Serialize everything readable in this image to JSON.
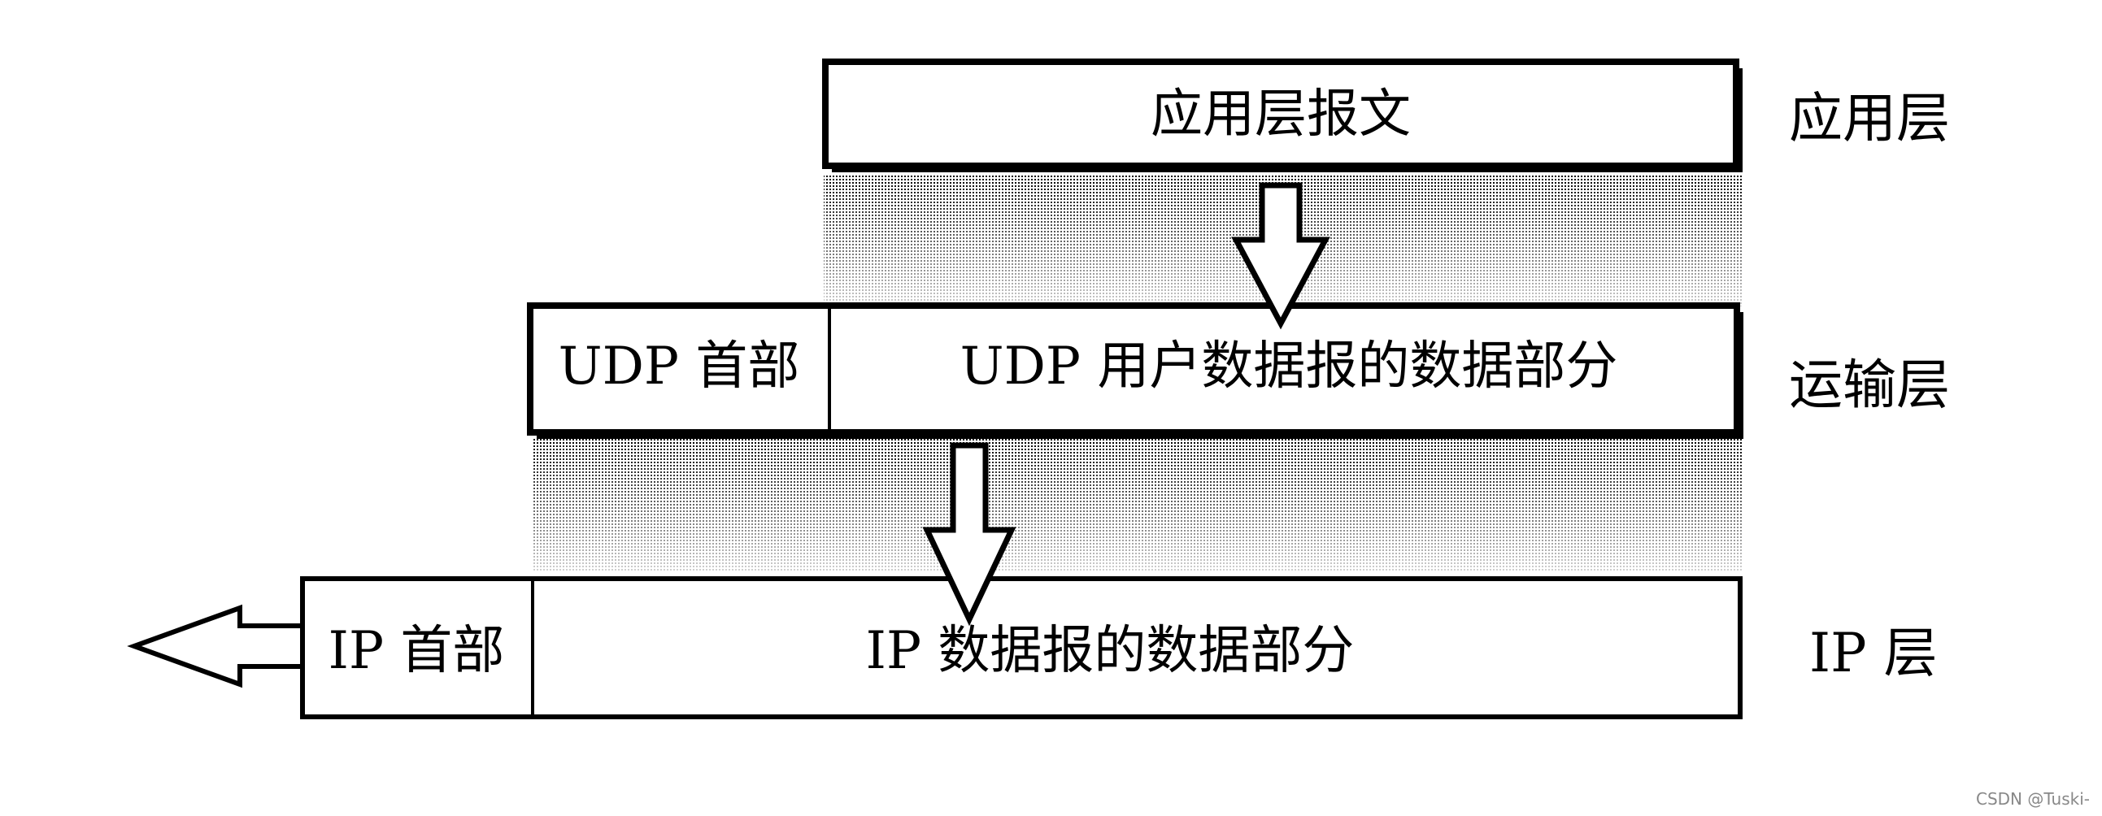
{
  "app_message": {
    "label": "应用层报文"
  },
  "udp_datagram": {
    "header_label": "UDP 首部",
    "data_label": "UDP 用户数据报的数据部分"
  },
  "ip_datagram": {
    "header_label": "IP 首部",
    "data_label": "IP 数据报的数据部分"
  },
  "layers": {
    "application": "应用层",
    "transport": "运输层",
    "ip": "IP 层"
  },
  "watermark": "CSDN @Tuski-"
}
